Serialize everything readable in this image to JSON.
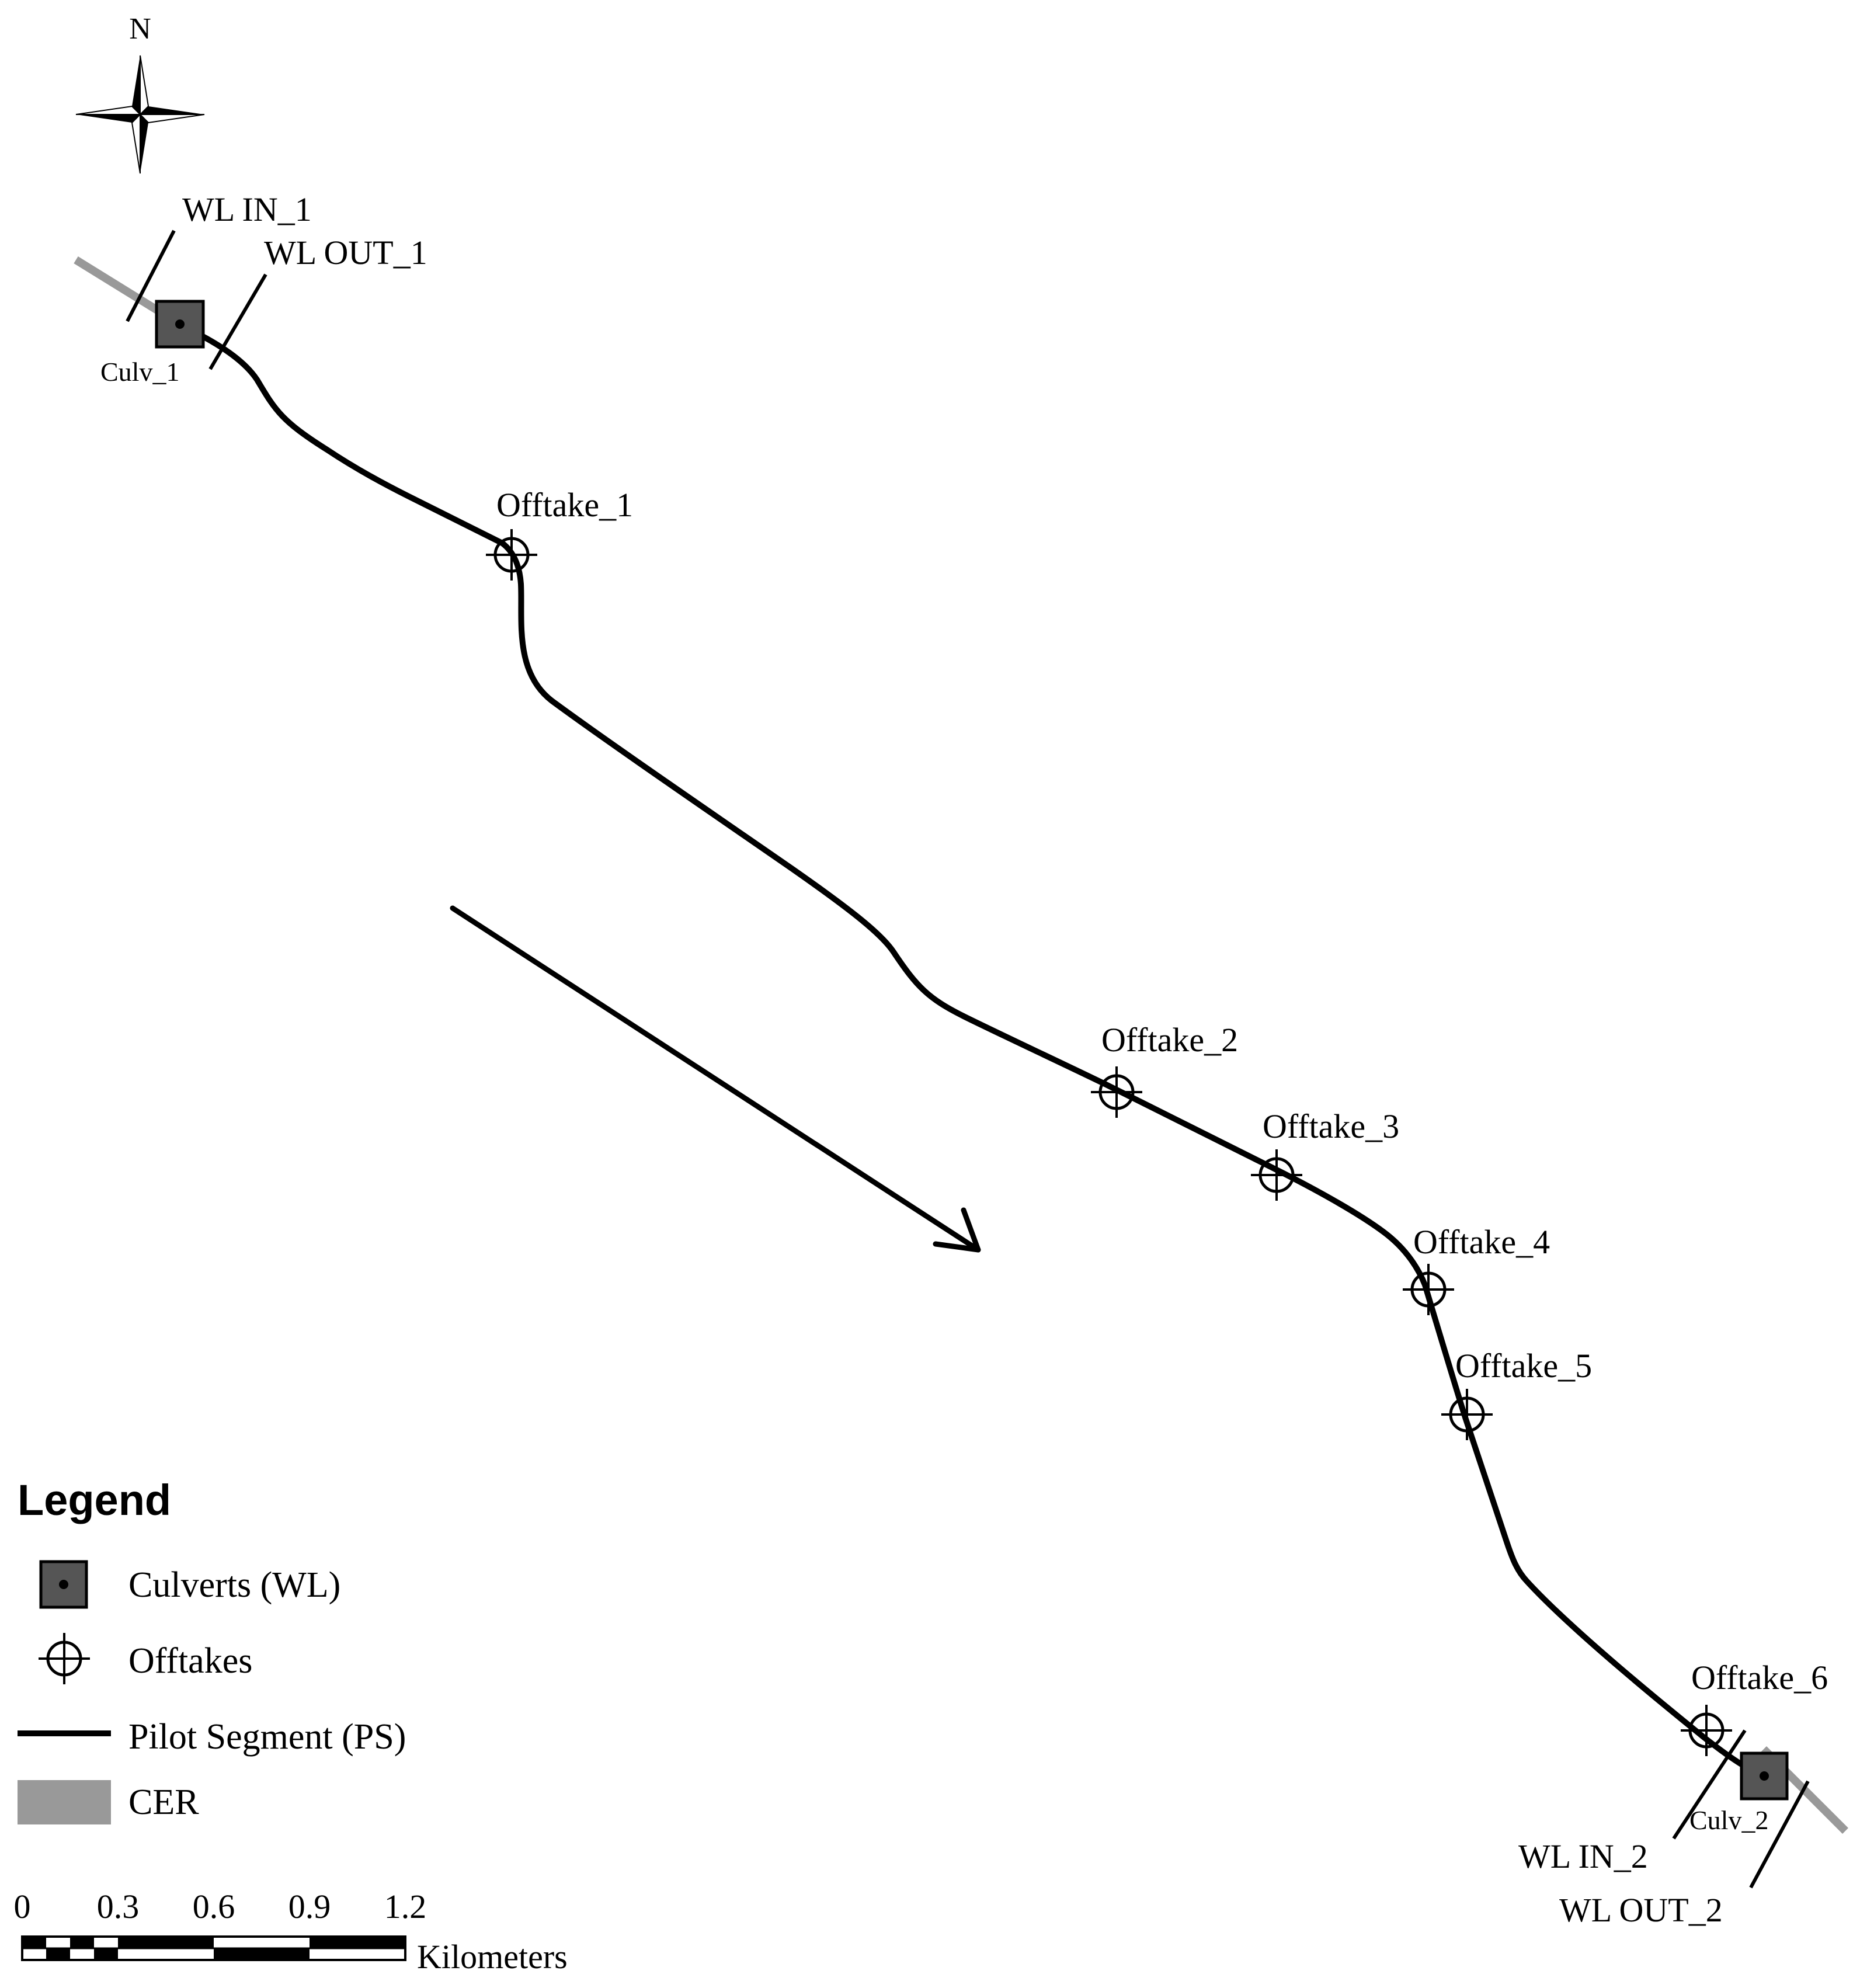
{
  "north_arrow": {
    "label": "N",
    "icon": "compass-rose-icon"
  },
  "culverts": [
    {
      "name": "Culv_1",
      "wl_in": "WL IN_1",
      "wl_out": "WL OUT_1"
    },
    {
      "name": "Culv_2",
      "wl_in": "WL IN_2",
      "wl_out": "WL OUT_2"
    }
  ],
  "offtakes": [
    "Offtake_1",
    "Offtake_2",
    "Offtake_3",
    "Offtake_4",
    "Offtake_5",
    "Offtake_6"
  ],
  "legend": {
    "title": "Legend",
    "items": [
      {
        "label": "Culverts (WL)",
        "symbol": "culvert-square"
      },
      {
        "label": "Offtakes",
        "symbol": "offtake-crosshair"
      },
      {
        "label": "Pilot Segment (PS)",
        "symbol": "black-line"
      },
      {
        "label": "CER",
        "symbol": "gray-band"
      }
    ]
  },
  "scale_bar": {
    "ticks": [
      "0",
      "0.3",
      "0.6",
      "0.9",
      "1.2"
    ],
    "unit": "Kilometers"
  },
  "flow_direction": {
    "icon": "flow-direction-arrow-icon"
  },
  "colors": {
    "pilot_segment": "#000000",
    "cer": "#999999",
    "culvert_fill": "#555555"
  }
}
